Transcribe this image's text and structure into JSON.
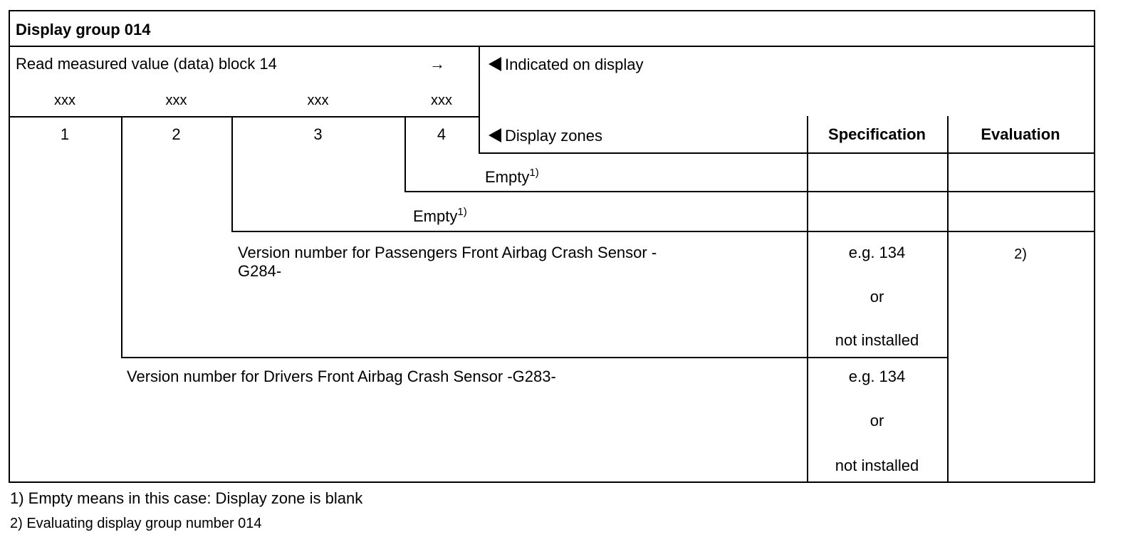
{
  "header": {
    "title": "Display group 014",
    "read_block": "Read measured value (data) block 14",
    "arrow": "→",
    "placeholders": [
      "xxx",
      "xxx",
      "xxx",
      "xxx"
    ],
    "indicated": "Indicated on display",
    "zone_numbers": [
      "1",
      "2",
      "3",
      "4"
    ],
    "display_zones": "Display zones",
    "specification": "Specification",
    "evaluation": "Evaluation"
  },
  "rows": {
    "empty_word": "Empty",
    "footnote_mark_1": "1)",
    "passenger_label_line1": "Version number for Passengers Front Airbag Crash Sensor -",
    "passenger_label_line2": "G284-",
    "passenger_spec": [
      "e.g. 134",
      "or",
      "not installed"
    ],
    "evaluation_ref": "2)",
    "driver_label": "Version number for Drivers Front Airbag Crash Sensor -G283-",
    "driver_spec": [
      "e.g. 134",
      "or",
      "not installed"
    ]
  },
  "footnotes": [
    "1) Empty means in this case: Display zone is blank",
    "2) Evaluating display group number 014"
  ]
}
